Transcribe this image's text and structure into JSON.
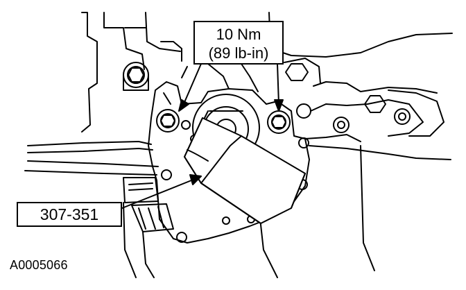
{
  "callouts": {
    "torque_line1": "10 Nm",
    "torque_line2": "(89 lb-in)",
    "tool_number": "307-351"
  },
  "figure_id": "A0005066",
  "colors": {
    "line": "#000000",
    "background": "#ffffff"
  }
}
